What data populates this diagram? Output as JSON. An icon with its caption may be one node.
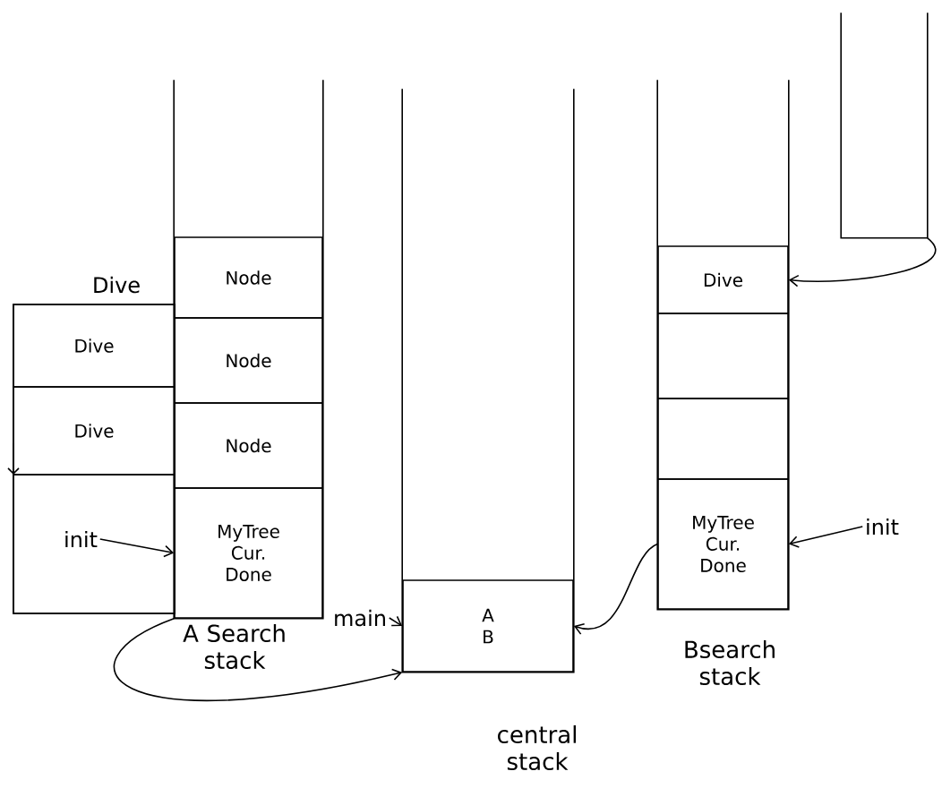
{
  "diagram": {
    "nodes": [
      {
        "text": [],
        "shape": "box",
        "beside": [
          "A Search stack"
        ]
      },
      {
        "text": [
          "Node"
        ],
        "in": 0
      },
      {
        "text": [
          "Node"
        ],
        "in": 0
      },
      {
        "text": [
          "Node"
        ],
        "in": 0
      },
      {
        "text": [
          "MyTree Cur. Done"
        ],
        "in": 0
      },
      {
        "text": [],
        "shape": "box"
      },
      {
        "text": [
          "Dive"
        ],
        "in": 5
      },
      {
        "text": [
          "Dive"
        ],
        "in": 5
      },
      {
        "text": [],
        "shape": "box",
        "in": 5
      },
      {
        "text": [
          "init"
        ],
        "in": 8
      },
      {
        "text": [],
        "shape": "box",
        "beside": [
          "central stack"
        ]
      },
      {
        "text": [
          "A B"
        ],
        "in": 10
      },
      {
        "text": [
          "main"
        ]
      },
      {
        "text": [],
        "shape": "box",
        "beside": [
          "Bsearch stack"
        ]
      },
      {
        "text": [
          "Dive"
        ],
        "in": 13
      },
      {
        "text": [],
        "shape": "box",
        "in": 13
      },
      {
        "text": [],
        "shape": "box",
        "in": 13
      },
      {
        "text": [
          "MyTree Cur. Done"
        ],
        "in": 13
      },
      {
        "text": [
          "init"
        ]
      },
      {
        "text": [],
        "shape": "box"
      }
    ],
    "edges": [
      {
        "from": 9,
        "to": 4,
        "arrow": "to"
      },
      {
        "from": 4,
        "to": 10,
        "arrow": "to"
      },
      {
        "from": 12,
        "to": 11,
        "arrow": "to"
      },
      {
        "from": 17,
        "to": 11,
        "arrow": "to"
      },
      {
        "from": 18,
        "to": 17,
        "arrow": "to"
      },
      {
        "from": 19,
        "to": 14,
        "arrow": "to"
      }
    ],
    "labels": [
      "Dive"
    ]
  }
}
